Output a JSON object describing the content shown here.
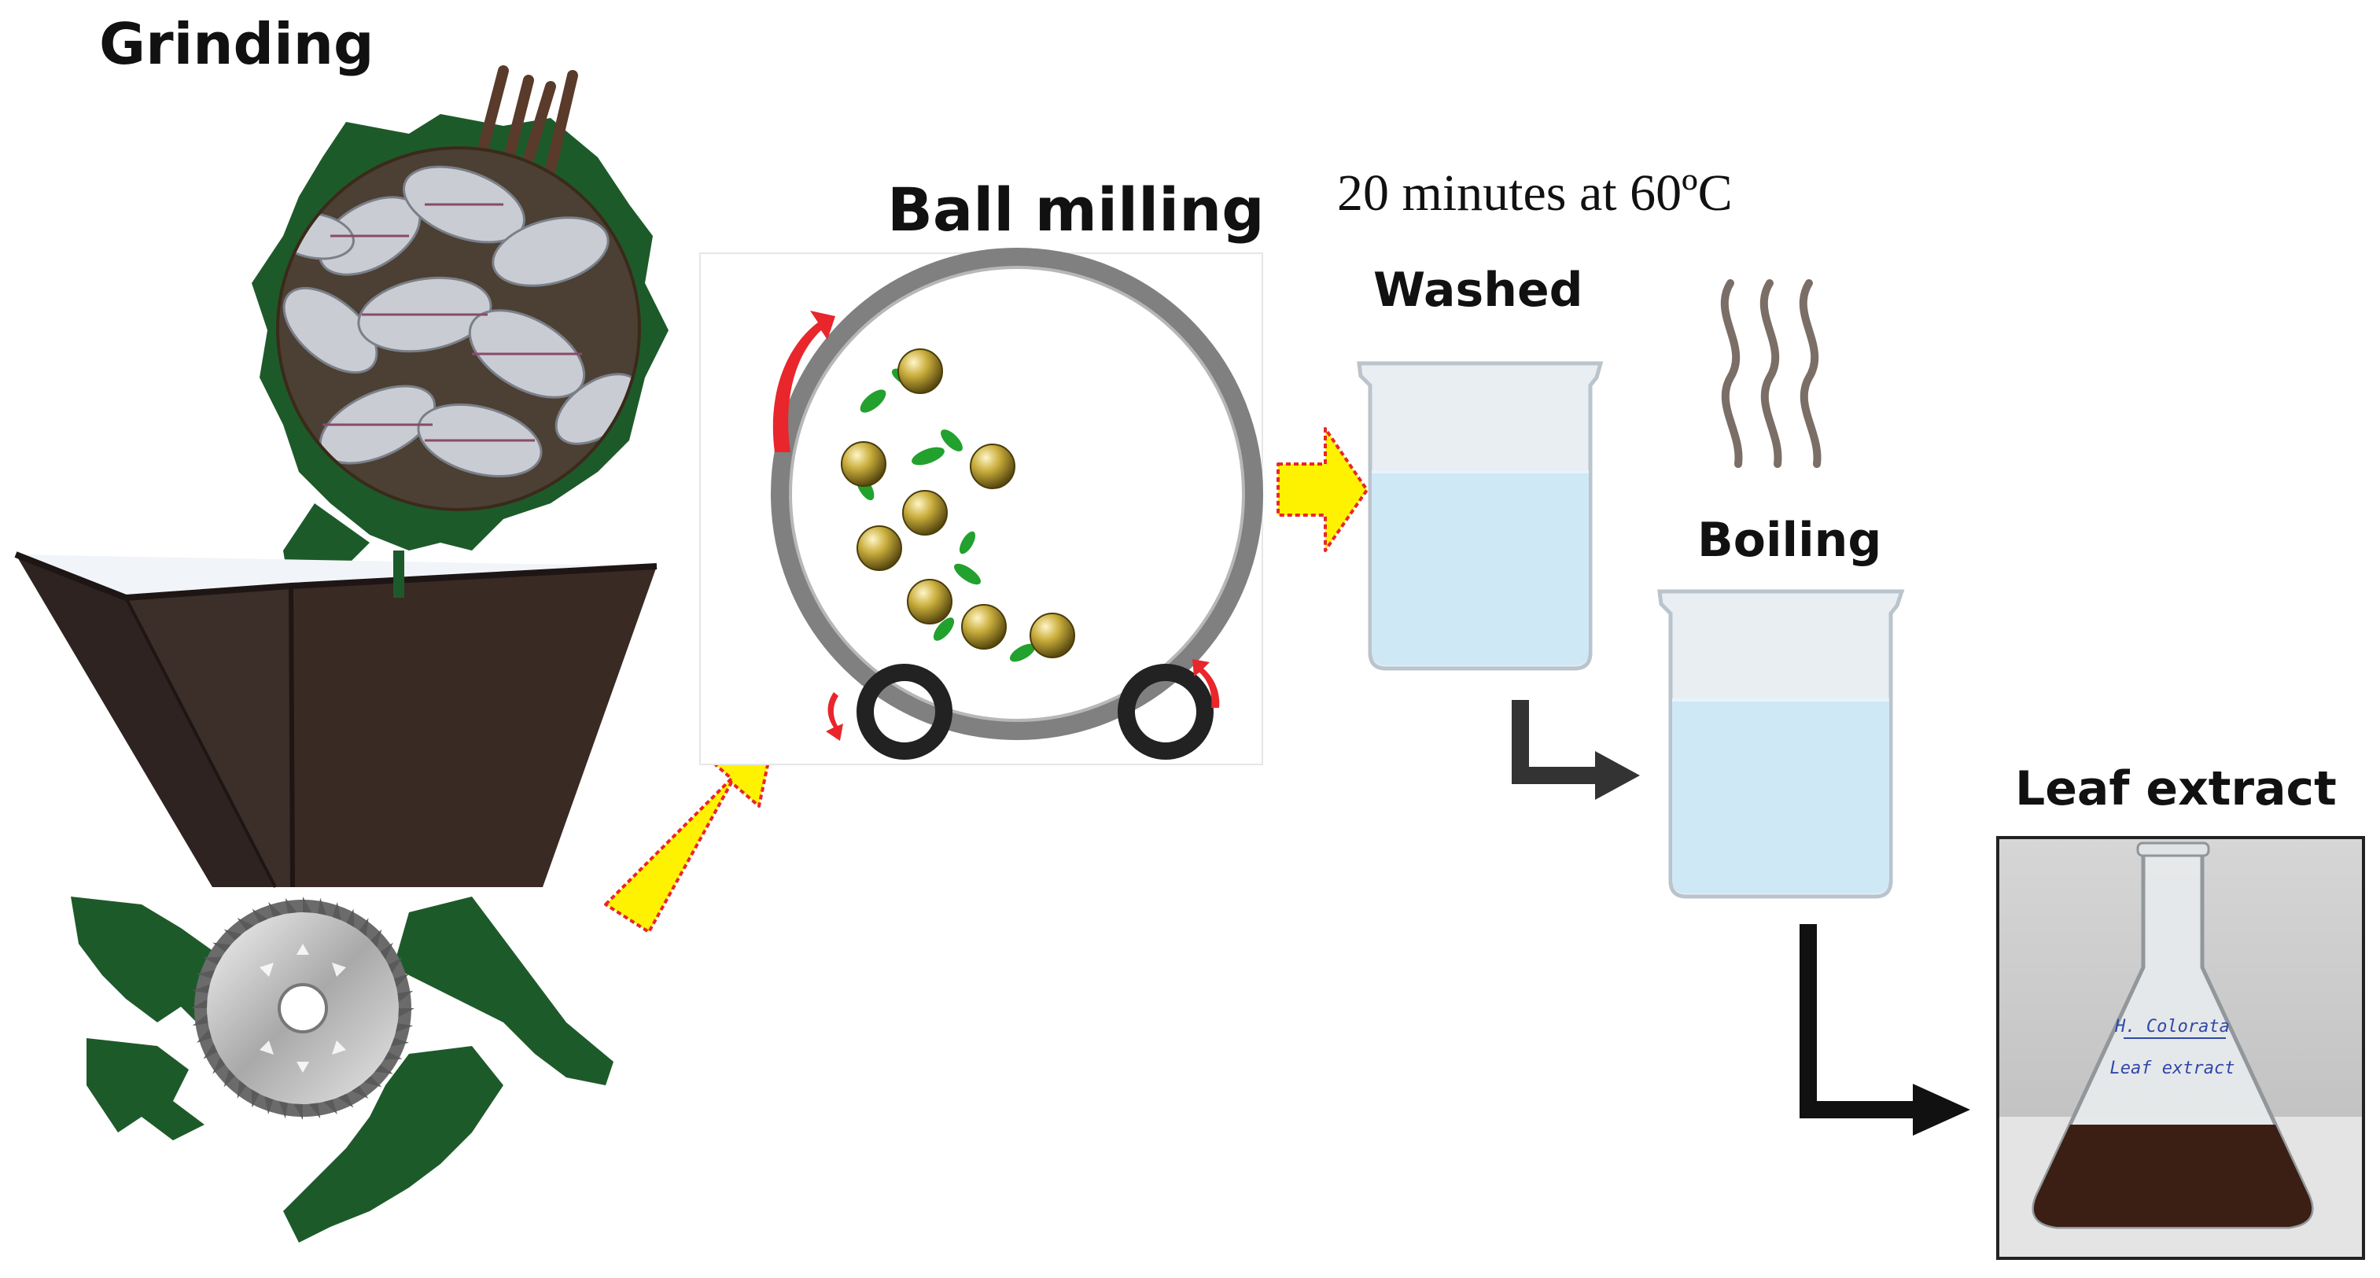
{
  "labels": {
    "grinding": "Grinding",
    "ball_milling": "Ball milling",
    "condition": "20 minutes at 60ºC",
    "washed": "Washed",
    "boiling": "Boiling",
    "leaf_extract": "Leaf extract",
    "flask_note_1": "H. Colorata",
    "flask_note_2": "Leaf extract"
  },
  "colors": {
    "leaf_green": "#1d5a2a",
    "hopper": "#3a2a24",
    "flow_arrow_fill": "#fff200",
    "flow_arrow_border": "#e8262b",
    "rotation_arrow": "#e8262b",
    "step_arrow": "#111111",
    "water": "#cfe8f6",
    "ball": "#b59a2e",
    "extract": "#3b1f14"
  },
  "icons": [
    "leaf-photo",
    "grinder-hopper",
    "saw-blade-icon",
    "ball-mill",
    "beaker-icon",
    "steam-icon",
    "flask-photo"
  ]
}
